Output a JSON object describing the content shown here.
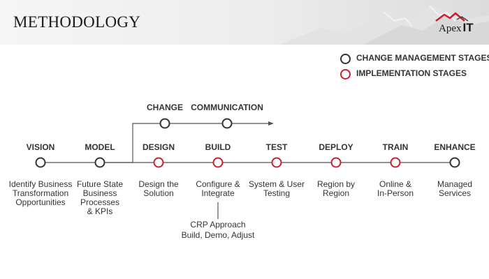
{
  "header": {
    "title": "METHODOLOGY"
  },
  "logo": {
    "name": "Apex",
    "suffix": "IT"
  },
  "legend": [
    {
      "label": "CHANGE MANAGEMENT STAGES",
      "color": "#333333"
    },
    {
      "label": "IMPLEMENTATION STAGES",
      "color": "#c8202c"
    }
  ],
  "branch": [
    {
      "label": "CHANGE"
    },
    {
      "label": "COMMUNICATION"
    }
  ],
  "stages": [
    {
      "label": "VISION",
      "desc": "Identify Business\nTransformation\nOpportunities",
      "kind": "change"
    },
    {
      "label": "MODEL",
      "desc": "Future State\nBusiness\nProcesses\n& KPIs",
      "kind": "change"
    },
    {
      "label": "DESIGN",
      "desc": "Design the\nSolution",
      "kind": "implementation"
    },
    {
      "label": "BUILD",
      "desc": "Configure &\nIntegrate",
      "kind": "implementation"
    },
    {
      "label": "TEST",
      "desc": "System & User\nTesting",
      "kind": "implementation"
    },
    {
      "label": "DEPLOY",
      "desc": "Region by\nRegion",
      "kind": "implementation"
    },
    {
      "label": "TRAIN",
      "desc": "Online &\nIn-Person",
      "kind": "implementation"
    },
    {
      "label": "ENHANCE",
      "desc": "Managed\nServices",
      "kind": "change"
    }
  ],
  "build_sub": {
    "desc": "CRP Approach\nBuild, Demo, Adjust"
  },
  "colors": {
    "change": "#333333",
    "implementation": "#c8202c",
    "line": "#555555"
  }
}
